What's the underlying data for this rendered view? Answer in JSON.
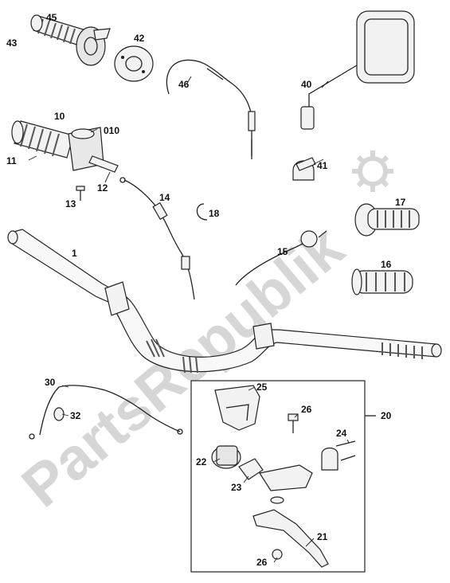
{
  "watermark": {
    "text": "PartsRepublik"
  },
  "callouts": {
    "c45": "45",
    "c43": "43",
    "c42": "42",
    "c40": "40",
    "c46": "46",
    "c10": "10",
    "c010": "010",
    "c11": "11",
    "c12": "12",
    "c13": "13",
    "c14": "14",
    "c18": "18",
    "c41": "41",
    "c17": "17",
    "c1": "1",
    "c15": "15",
    "c16": "16",
    "c30": "30",
    "c32": "32",
    "c25": "25",
    "c20": "20",
    "c26a": "26",
    "c24": "24",
    "c22": "22",
    "c23": "23",
    "c21": "21",
    "c26b": "26"
  },
  "colors": {
    "ink": "#222222",
    "watermark": "#d6d6d6",
    "part_fill": "#f2f2f2",
    "grip_dark": "#555555"
  },
  "icons": {
    "watermark_logo": "gear-icon"
  }
}
